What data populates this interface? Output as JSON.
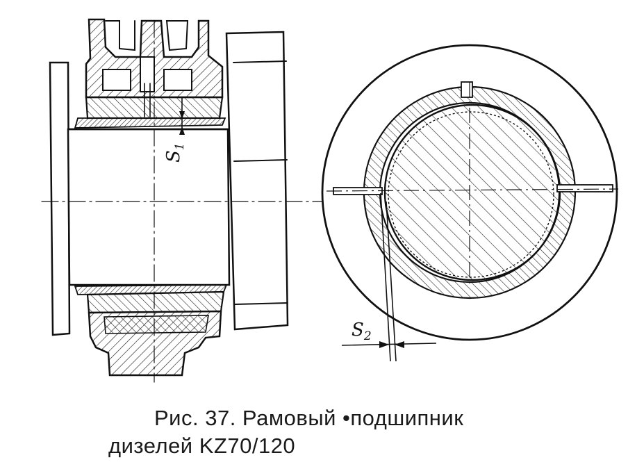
{
  "caption": {
    "line1": "Рис.  37.  Рамовый  •подшипник",
    "line2": "дизелей  KZ70/120"
  },
  "labels": {
    "s1": "S",
    "s1_sub": "1",
    "s2": "S",
    "s2_sub": "2"
  }
}
